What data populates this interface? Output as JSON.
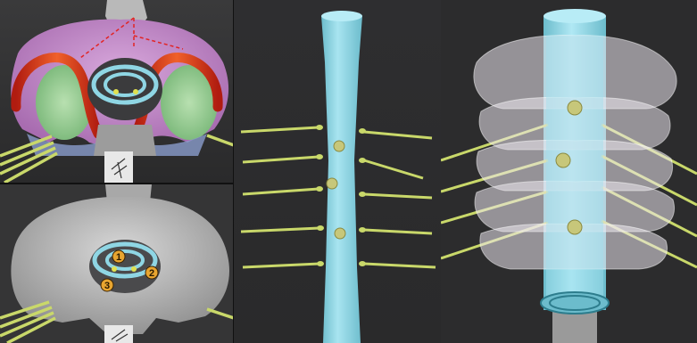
{
  "colors": {
    "background": "#2b2b2c",
    "spinal_cord": "#8fd6e4",
    "nerve_roots": "#c9d86a",
    "bone_grey": "#bdbdbd",
    "bone_translucent": "#e8e4ea",
    "pink_region": "#c48ac8",
    "green_region": "#8cc98a",
    "red_arc": "#d8391e",
    "marker_orange": "#e8a530",
    "dashed_line": "#e22424"
  },
  "markers": {
    "m1": "1",
    "m2": "2",
    "m3": "3"
  },
  "icons": [
    "anatomical-sketch-icon",
    "anatomical-sketch-icon"
  ]
}
